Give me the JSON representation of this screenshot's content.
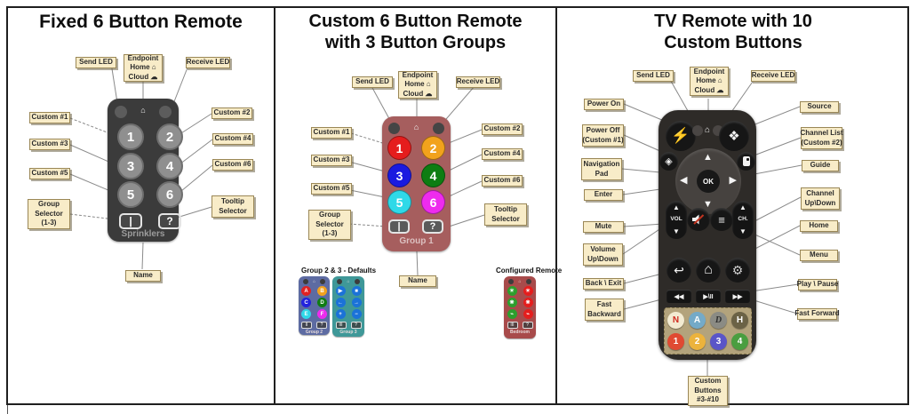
{
  "panels": {
    "fixed": {
      "title": "Fixed 6 Button Remote",
      "send_led": "Send LED",
      "endpoint_lines": [
        "Endpoint",
        "Home ⌂",
        "Cloud ☁"
      ],
      "receive_led": "Receive LED",
      "custom1": "Custom #1",
      "custom2": "Custom #2",
      "custom3": "Custom #3",
      "custom4": "Custom #4",
      "custom5": "Custom #5",
      "custom6": "Custom #6",
      "group_selector_lines": [
        "Group",
        "Selector",
        "(1-3)"
      ],
      "tooltip_selector_lines": [
        "Tooltip",
        "Selector"
      ],
      "name_label": "Name",
      "remote": {
        "body_color": "#3b3b3b",
        "home_icon": "⌂",
        "buttons": [
          {
            "label": "1",
            "color": "#8f8f8f"
          },
          {
            "label": "2",
            "color": "#8f8f8f"
          },
          {
            "label": "3",
            "color": "#8f8f8f"
          },
          {
            "label": "4",
            "color": "#8f8f8f"
          },
          {
            "label": "5",
            "color": "#8f8f8f"
          },
          {
            "label": "6",
            "color": "#8f8f8f"
          }
        ],
        "group_button": "|",
        "tooltip_button": "?",
        "name": "Sprinklers"
      }
    },
    "custom": {
      "title_lines": [
        "Custom 6 Button Remote",
        "with 3 Button Groups"
      ],
      "send_led": "Send LED",
      "endpoint_lines": [
        "Endpoint",
        "Home ⌂",
        "Cloud ☁"
      ],
      "receive_led": "Receive LED",
      "custom1": "Custom #1",
      "custom2": "Custom #2",
      "custom3": "Custom #3",
      "custom4": "Custom #4",
      "custom5": "Custom #5",
      "custom6": "Custom #6",
      "group_selector_lines": [
        "Group",
        "Selector",
        "(1-3)"
      ],
      "tooltip_selector_lines": [
        "Tooltip",
        "Selector"
      ],
      "name_label": "Name",
      "remote": {
        "body_color": "#a65e5e",
        "home_icon": "⌂",
        "buttons": [
          {
            "label": "1",
            "color": "#e51d1d"
          },
          {
            "label": "2",
            "color": "#f2a21c"
          },
          {
            "label": "3",
            "color": "#1a1ae0"
          },
          {
            "label": "4",
            "color": "#0e7d12"
          },
          {
            "label": "5",
            "color": "#2fd9e8"
          },
          {
            "label": "6",
            "color": "#ee2bee"
          }
        ],
        "group_button": "|",
        "tooltip_button": "?",
        "name": "Group 1"
      },
      "defaults_title": "Group 2 & 3 - Defaults",
      "group2": {
        "body_color": "#5d6ba2",
        "name": "Group 2",
        "home_icon": "⌂",
        "group_button": "II",
        "tooltip_button": "?",
        "buttons": [
          {
            "label": "A",
            "color": "#e02222"
          },
          {
            "label": "B",
            "color": "#f0a21e"
          },
          {
            "label": "C",
            "color": "#2222dd"
          },
          {
            "label": "D",
            "color": "#0f7d12"
          },
          {
            "label": "E",
            "color": "#2fd9e8"
          },
          {
            "label": "F",
            "color": "#ee2bee"
          }
        ]
      },
      "group3": {
        "body_color": "#3f9898",
        "name": "Group 3",
        "home_icon": "⌂",
        "group_button": "III",
        "tooltip_button": "?",
        "buttons": [
          {
            "label": "▶",
            "color": "#1b72d8"
          },
          {
            "label": "■",
            "color": "#1b72d8"
          },
          {
            "label": "←",
            "color": "#1b72d8"
          },
          {
            "label": "→",
            "color": "#1b72d8"
          },
          {
            "label": "+",
            "color": "#1b72d8"
          },
          {
            "label": "−",
            "color": "#1b72d8"
          }
        ]
      },
      "configured_title": "Configured Remote",
      "configured": {
        "body_color": "#a84b4b",
        "name": "Bedroom",
        "home_icon": "⌂",
        "group_button": "III",
        "tooltip_button": "?",
        "buttons": [
          {
            "label": "☀",
            "color": "#2d9e2d"
          },
          {
            "label": "☀",
            "color": "#e51d1d"
          },
          {
            "label": "❋",
            "color": "#2d9e2d"
          },
          {
            "label": "❋",
            "color": "#e51d1d"
          },
          {
            "label": "⌁",
            "color": "#2d9e2d"
          },
          {
            "label": "⌁",
            "color": "#e51d1d"
          }
        ]
      }
    },
    "tv": {
      "title_lines": [
        "TV Remote with 10",
        "Custom Buttons"
      ],
      "send_led": "Send LED",
      "endpoint_lines": [
        "Endpoint",
        "Home ⌂",
        "Cloud ☁"
      ],
      "receive_led": "Receive LED",
      "left_labels": [
        {
          "lines": [
            "Power On"
          ]
        },
        {
          "lines": [
            "Power Off",
            "(Custom #1)"
          ]
        },
        {
          "lines": [
            "Navigation",
            "Pad"
          ]
        },
        {
          "lines": [
            "Enter"
          ]
        },
        {
          "lines": [
            "Mute"
          ]
        },
        {
          "lines": [
            "Volume",
            "Up\\Down"
          ]
        },
        {
          "lines": [
            "Back \\ Exit"
          ]
        },
        {
          "lines": [
            "Fast",
            "Backward"
          ]
        }
      ],
      "right_labels": [
        {
          "lines": [
            "Source"
          ]
        },
        {
          "lines": [
            "Channel List",
            "(Custom #2)"
          ]
        },
        {
          "lines": [
            "Guide"
          ]
        },
        {
          "lines": [
            "Channel",
            "Up\\Down"
          ]
        },
        {
          "lines": [
            "Home"
          ]
        },
        {
          "lines": [
            "Menu"
          ]
        },
        {
          "lines": [
            "Play \\ Pause"
          ]
        },
        {
          "lines": [
            "Fast Forward"
          ]
        }
      ],
      "bottom_label_lines": [
        "Custom",
        "Buttons",
        "#3-#10"
      ],
      "remote": {
        "body_color": "#2e2b28",
        "power_icon": "⚡",
        "power_icon_color": "#f08828",
        "source_icon": "❖",
        "input_icon": "◈",
        "home_icon": "⌂",
        "channel_list_icon": "channel-list",
        "ok": "OK",
        "vol": "VOL",
        "ch": "CH.",
        "menu_icon": "≡",
        "back_icon": "↩",
        "home_button_icon": "⌂",
        "settings_icon": "⚙",
        "rewind": "◀◀",
        "play_pause": "▶\\II",
        "forward": "▶▶",
        "custom_row1": [
          {
            "label": "N",
            "color": "#f3ebd2",
            "text": "#cf2b20"
          },
          {
            "label": "A",
            "color": "#74aac8",
            "text": "#ffffff"
          },
          {
            "label": "D",
            "color": "#8b8b84",
            "text": "#2f2f2f"
          },
          {
            "label": "H",
            "color": "#6b6246",
            "text": "#ffffff"
          }
        ],
        "custom_row2": [
          {
            "label": "1",
            "color": "#e04a32",
            "text": "#ffffff"
          },
          {
            "label": "2",
            "color": "#ecb33c",
            "text": "#ffffff"
          },
          {
            "label": "3",
            "color": "#5a55c8",
            "text": "#ffffff"
          },
          {
            "label": "4",
            "color": "#4a9e40",
            "text": "#ffffff"
          }
        ]
      }
    }
  }
}
